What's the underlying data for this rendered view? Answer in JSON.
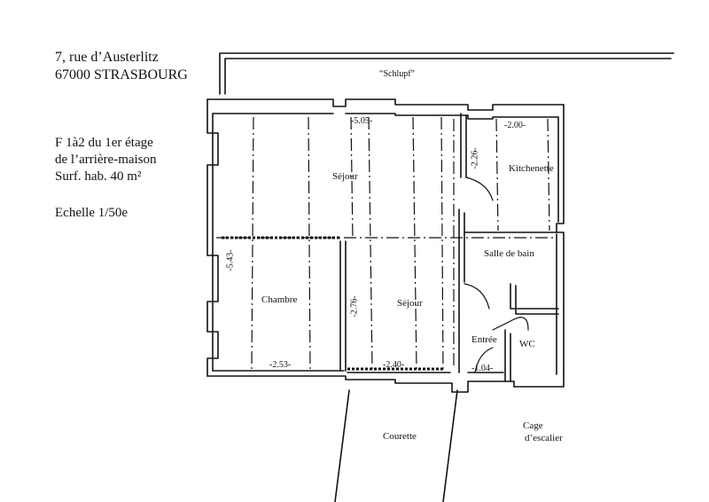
{
  "address": {
    "street": "7, rue d’Austerlitz",
    "city": "67000 STRASBOURG"
  },
  "info": {
    "unit": "F 1à2 du 1er étage",
    "building": "de l’arrière-maison",
    "surface": "Surf. hab. 40 m²",
    "scale": "Echelle 1/50e"
  },
  "areas": {
    "schlupf": "“Schlupf”",
    "courette": "Courette",
    "cage_line1": "Cage",
    "cage_line2": "d’escalier"
  },
  "rooms": {
    "sejour_top": "Séjour",
    "kitchenette": "Kitchenette",
    "salle_de_bain": "Salle de bain",
    "chambre": "Chambre",
    "sejour_bottom": "Séjour",
    "entree": "Entrée",
    "wc": "WC"
  },
  "dimensions": {
    "d505": "-5.05-",
    "d200": "-2.00-",
    "d226": "-2.26-",
    "d543": "-5.43-",
    "d276": "-2.76-",
    "d253": "-2.53-",
    "d240": "-2.40-",
    "d104": "-1.04-"
  }
}
